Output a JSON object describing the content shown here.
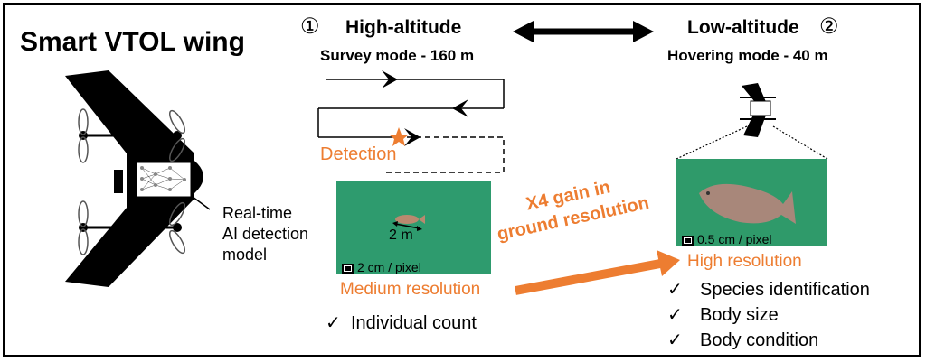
{
  "title": "Smart VTOL wing",
  "ai_label": [
    "Real-time",
    "AI detection",
    "model"
  ],
  "high": {
    "number": "①",
    "title": "High-altitude",
    "mode": "Survey mode - 160 m",
    "detection": "Detection",
    "distance": "2 m",
    "scale": "2 cm / pixel",
    "resolution": "Medium resolution",
    "checks": [
      "Individual count"
    ]
  },
  "low": {
    "number": "②",
    "title": "Low-altitude",
    "mode": "Hovering mode - 40 m",
    "scale": "0.5 cm / pixel",
    "resolution": "High resolution",
    "checks": [
      "Species identification",
      "Body size",
      "Body condition"
    ]
  },
  "gain": [
    "X4 gain in",
    "ground resolution"
  ],
  "check_mark": "✓",
  "colors": {
    "accent": "#ED7D31",
    "sea": "#2e9b6e"
  }
}
